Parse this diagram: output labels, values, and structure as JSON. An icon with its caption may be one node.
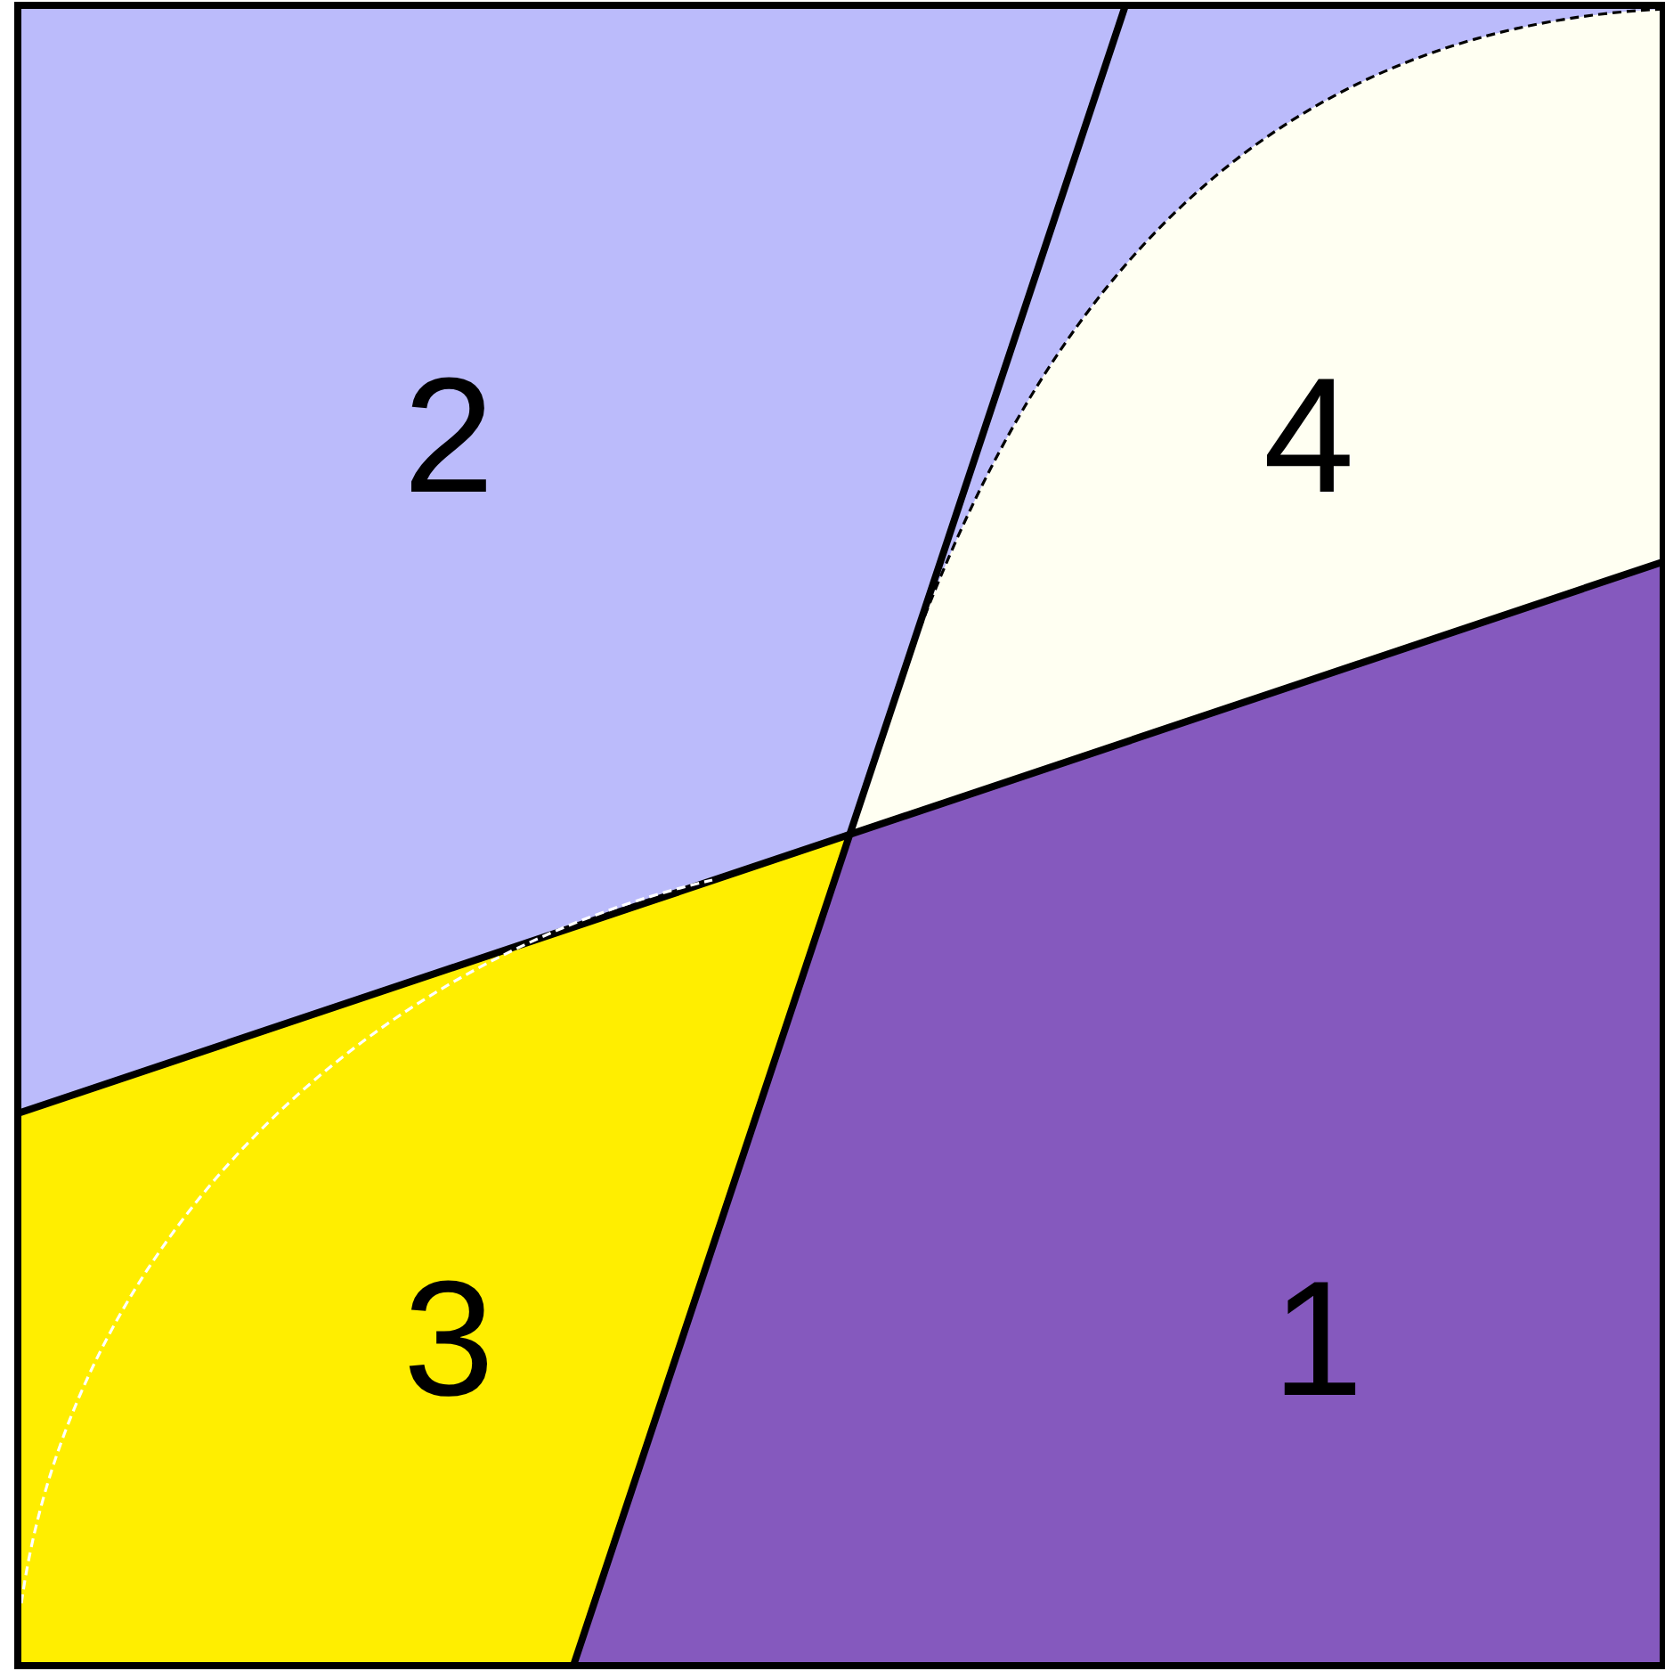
{
  "diagram": {
    "nodes": [
      {
        "text": [
          "2"
        ]
      },
      {
        "text": [
          "4"
        ]
      },
      {
        "text": [
          "3"
        ]
      },
      {
        "text": [
          "1"
        ]
      }
    ]
  }
}
